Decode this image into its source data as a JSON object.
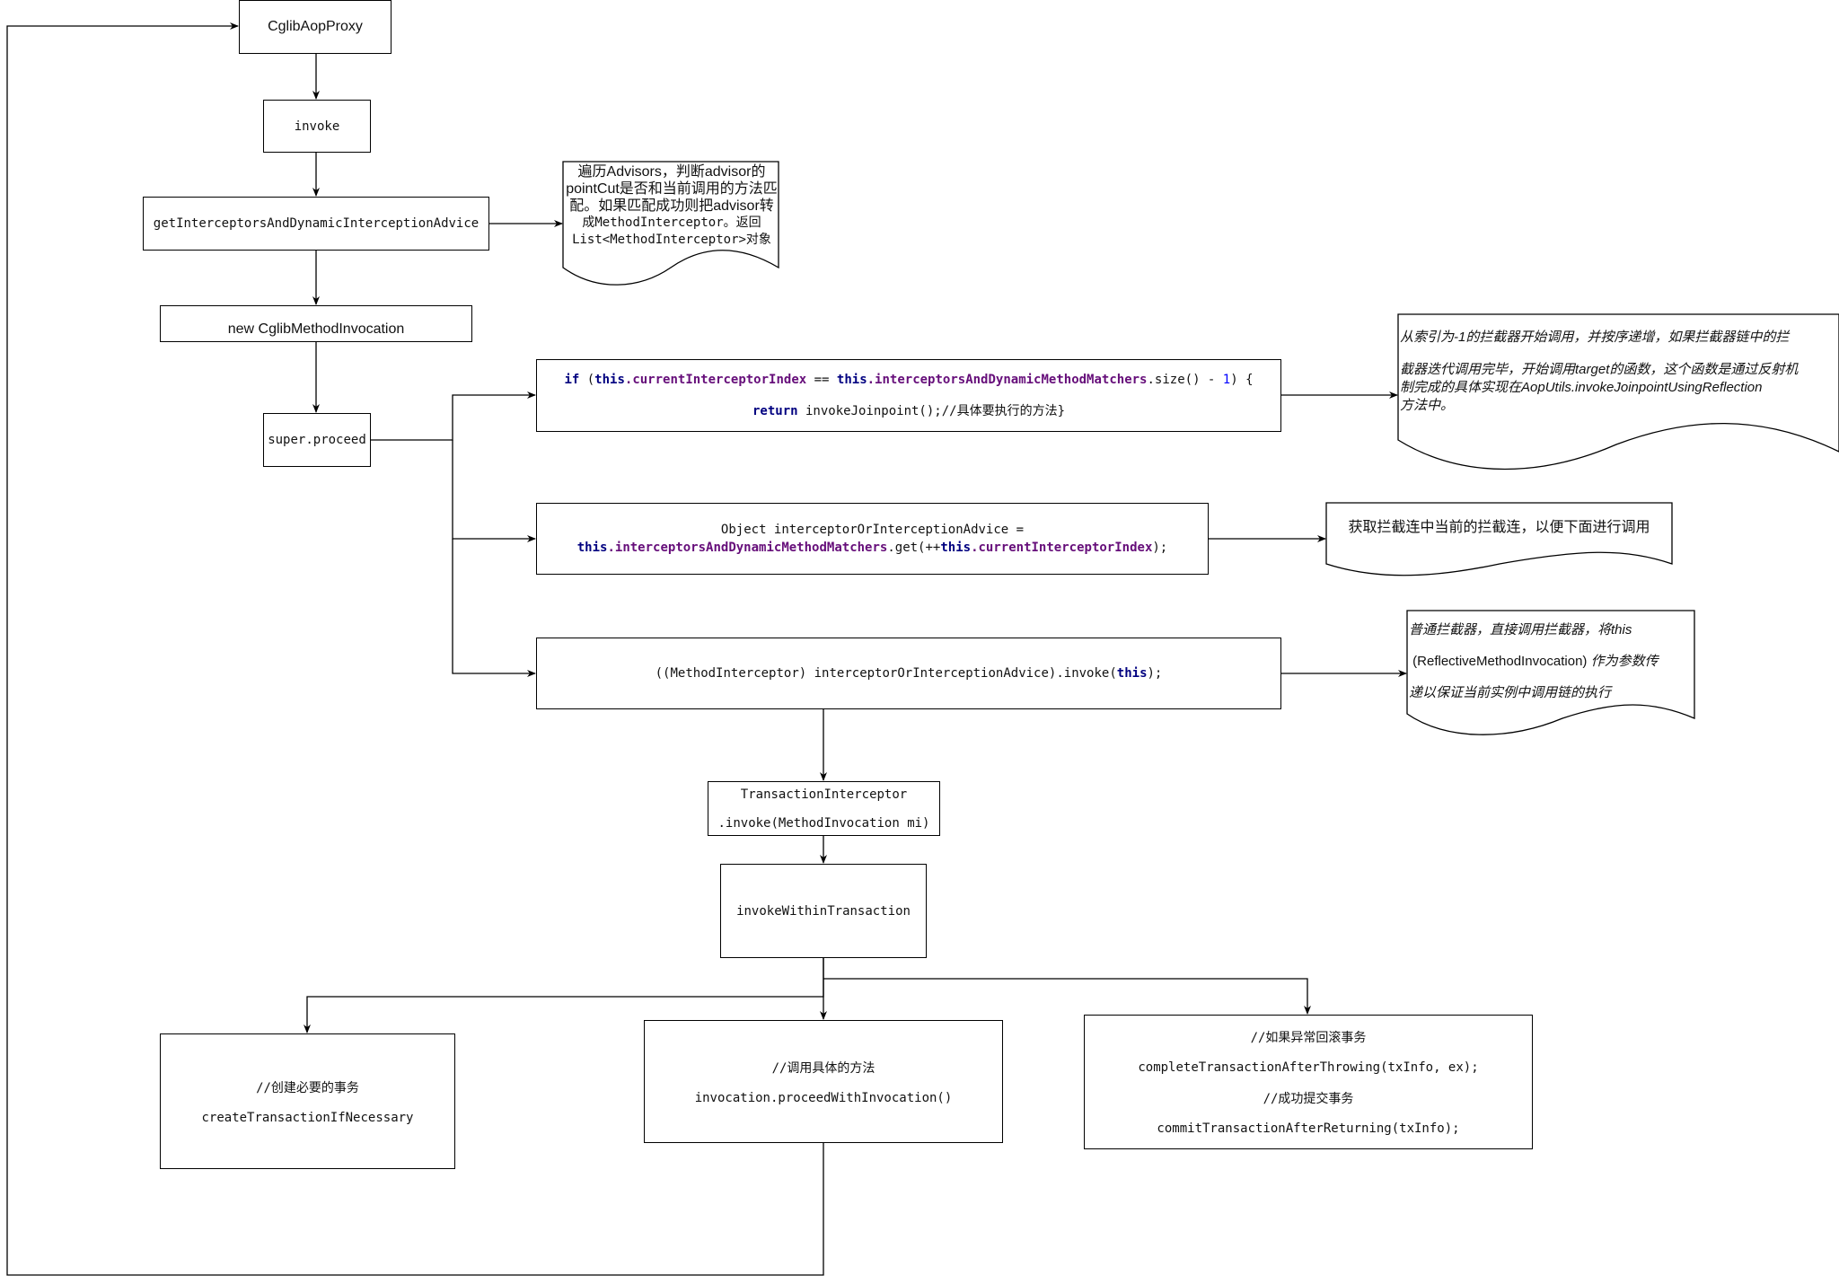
{
  "nodes": {
    "cglib_aop_proxy": "CglibAopProxy",
    "invoke": "invoke",
    "get_interceptors": "getInterceptorsAndDynamicInterceptionAdvice",
    "new_cglib_method_invocation": "new CglibMethodInvocation",
    "super_proceed": "super.proceed",
    "if_check": {
      "kw_if": "if",
      "open": " (",
      "this1": "this",
      "field1": ".currentInterceptorIndex",
      "eq": " == ",
      "this2": "this",
      "field2": ".interceptorsAndDynamicMethodMatchers",
      "size": ".size() - ",
      "one": "1",
      "close": ") {",
      "kw_return": "return",
      "return_rest": " invokeJoinpoint();//具体要执行的方法}"
    },
    "get_advice": {
      "line1": "Object interceptorOrInterceptionAdvice =",
      "this1": "this",
      "field1": ".interceptorsAndDynamicMethodMatchers",
      "get": ".get(++",
      "this2": "this",
      "field2": ".currentInterceptorIndex",
      "end": ");"
    },
    "invoke_interceptor": {
      "prefix": "((MethodInterceptor) interceptorOrInterceptionAdvice).invoke(",
      "this": "this",
      "suffix": ");"
    },
    "transaction_interceptor": {
      "line1": "TransactionInterceptor",
      "line2": ".invoke(MethodInvocation mi)"
    },
    "invoke_within_transaction": "invokeWithinTransaction",
    "create_transaction": {
      "comment": "//创建必要的事务",
      "code": "createTransactionIfNecessary"
    },
    "proceed_with_invocation": {
      "comment": "//调用具体的方法",
      "code": "invocation.proceedWithInvocation()"
    },
    "complete_commit": {
      "comment1": "//如果异常回滚事务",
      "code1": "completeTransactionAfterThrowing(txInfo, ex);",
      "comment2": "//成功提交事务",
      "code2": "commitTransactionAfterReturning(txInfo);"
    }
  },
  "notes": {
    "advisors": {
      "line1": "遍历Advisors，判断advisor的",
      "line2": "pointCut是否和当前调用的方法匹",
      "line3": "配。如果匹配成功则把advisor转",
      "line4": "成MethodInterceptor。返回",
      "line5": "List<MethodInterceptor>对象"
    },
    "index": {
      "line1": "从索引为-1的拦截器开始调用，并按序递增，如果拦截器链中的拦",
      "line2": "截器迭代调用完毕，开始调用target的函数，这个函数是通过反射机",
      "line3": "制完成的具体实现在AopUtils.invokeJoinpointUsingReflection",
      "line4": "方法中。"
    },
    "get_current": "获取拦截连中当前的拦截连，以便下面进行调用",
    "plain_interceptor": {
      "line1": "普通拦截器，直接调用拦截器，将this",
      "line2a": "(ReflectiveMethodInvocation)",
      "line2b": "作为参数传",
      "line3": "递以保证当前实例中调用链的执行"
    }
  }
}
